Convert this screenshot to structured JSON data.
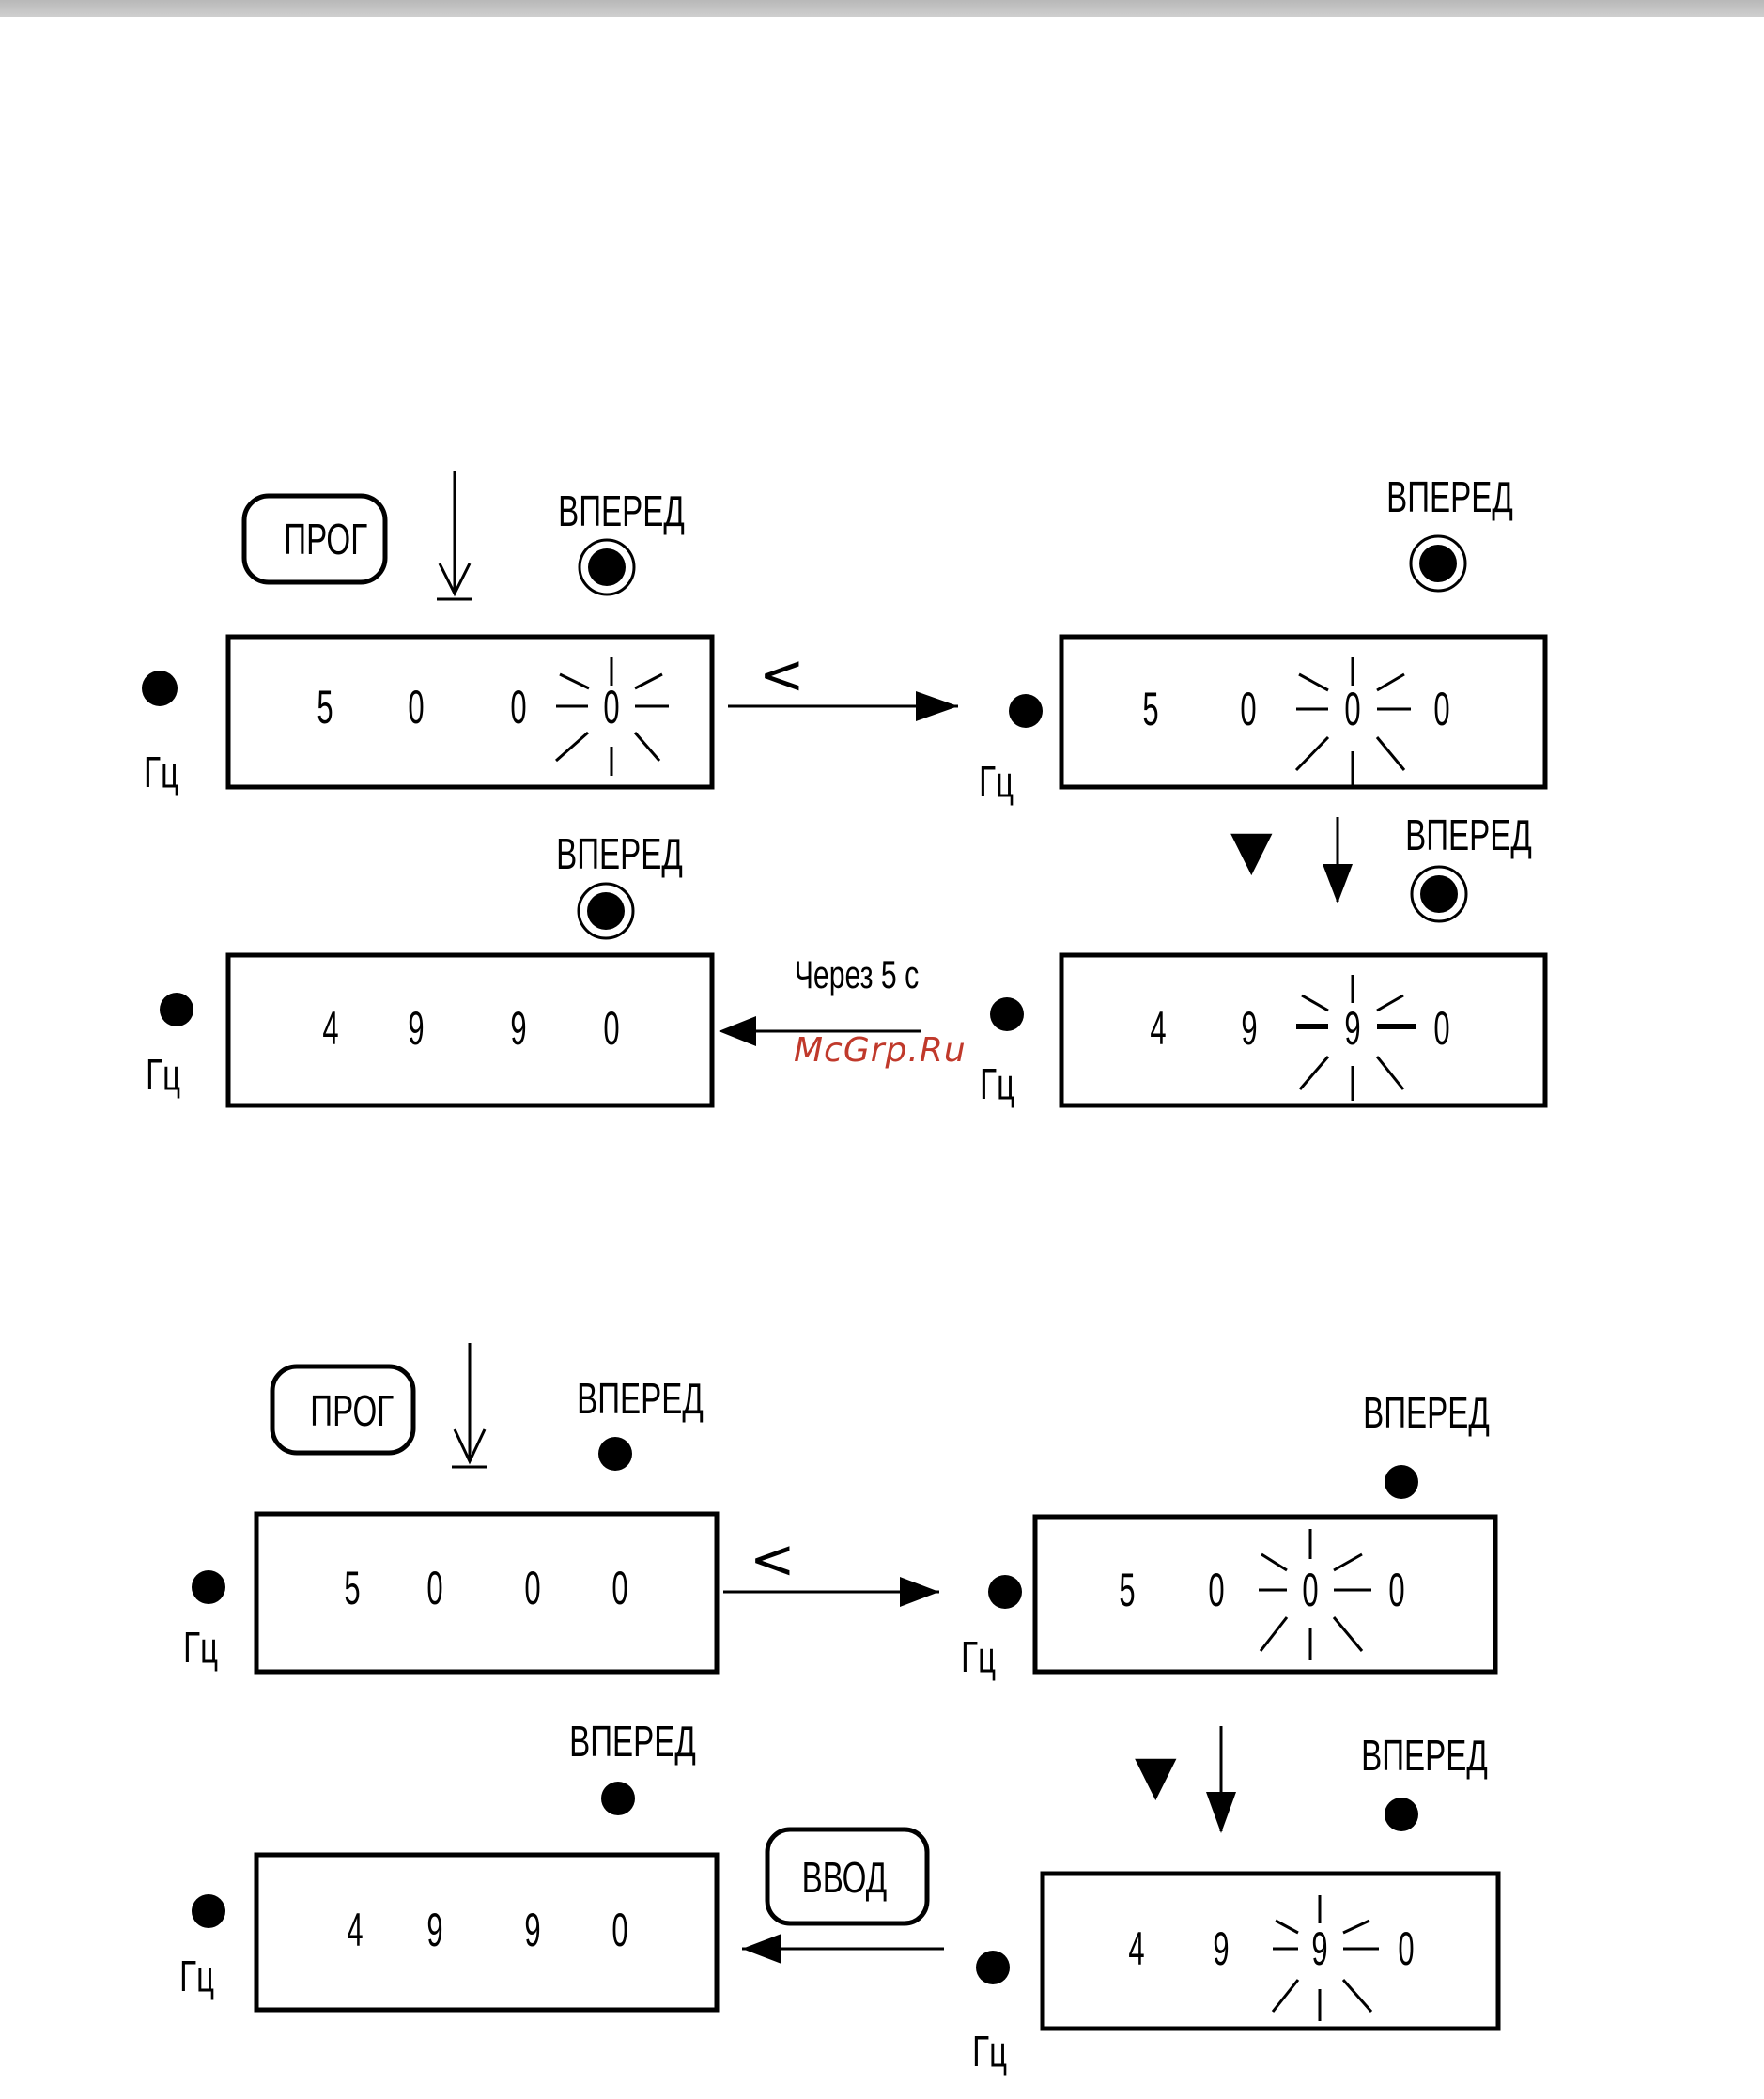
{
  "diagram_a": {
    "step1": {
      "button": "ПРОГ",
      "direction": "ВПЕРЕД",
      "unit": "Гц",
      "digits": [
        "5",
        "0",
        "0",
        "0"
      ]
    },
    "shift_key": "<",
    "step2": {
      "direction": "ВПЕРЕД",
      "unit": "Гц",
      "digits": [
        "5",
        "0",
        "0",
        "0"
      ]
    },
    "down_key": "▼",
    "step3": {
      "direction": "ВПЕРЕД",
      "unit": "Гц",
      "digits": [
        "4",
        "9",
        "9",
        "0"
      ]
    },
    "delay_label": "Через 5 с",
    "step4": {
      "direction": "ВПЕРЕД",
      "unit": "Гц",
      "digits": [
        "4",
        "9",
        "9",
        "0"
      ]
    }
  },
  "diagram_b": {
    "step1": {
      "button": "ПРОГ",
      "direction": "ВПЕРЕД",
      "unit": "Гц",
      "digits": [
        "5",
        "0",
        "0",
        "0"
      ]
    },
    "shift_key": "<",
    "step2": {
      "direction": "ВПЕРЕД",
      "unit": "Гц",
      "digits": [
        "5",
        "0",
        "0",
        "0"
      ]
    },
    "down_key": "▼",
    "step3": {
      "direction": "ВПЕРЕД",
      "unit": "Гц",
      "digits": [
        "4",
        "9",
        "9",
        "0"
      ]
    },
    "enter_button": "ВВОД",
    "step4": {
      "direction": "ВПЕРЕД",
      "unit": "Гц",
      "digits": [
        "4",
        "9",
        "9",
        "0"
      ]
    }
  },
  "watermark": "McGrp.Ru"
}
